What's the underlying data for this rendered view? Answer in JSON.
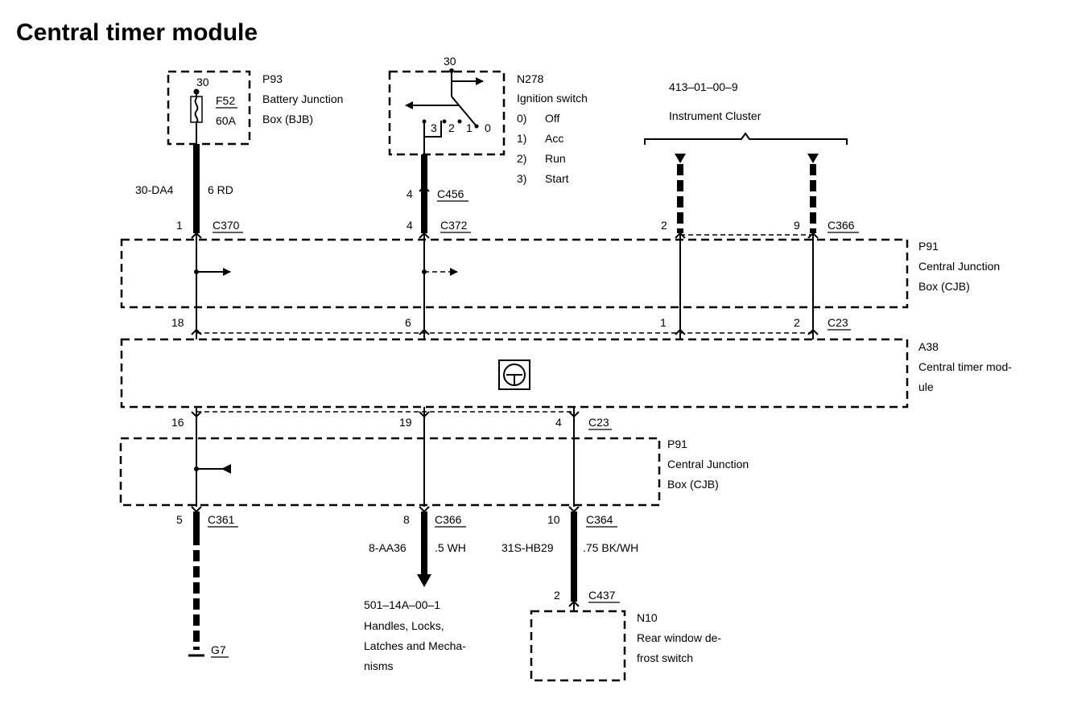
{
  "title": "Central timer module",
  "p93": {
    "id": "P93",
    "line1": "Battery Junction",
    "line2": "Box (BJB)",
    "term": "30",
    "fuse": "F52",
    "rating": "60A"
  },
  "n278": {
    "id": "N278",
    "name": "Ignition switch",
    "term": "30",
    "positions": [
      "0)",
      "1)",
      "2)",
      "3)"
    ],
    "states": [
      "Off",
      "Acc",
      "Run",
      "Start"
    ],
    "contacts": [
      "3",
      "2",
      "1",
      "0"
    ]
  },
  "cluster": {
    "ref": "413–01–00–9",
    "name": "Instrument Cluster"
  },
  "wire1": {
    "circuit": "30-DA4",
    "spec": "6 RD"
  },
  "c456": {
    "pin": "4",
    "conn": "C456"
  },
  "c370": {
    "pin": "1",
    "conn": "C370"
  },
  "c372": {
    "pin": "4",
    "conn": "C372"
  },
  "c366top": {
    "pin_a": "2",
    "pin_b": "9",
    "conn": "C366"
  },
  "p91top": {
    "id": "P91",
    "line1": "Central Junction",
    "line2": "Box (CJB)"
  },
  "c23top": {
    "pins": [
      "18",
      "6",
      "1",
      "2"
    ],
    "conn": "C23"
  },
  "a38": {
    "id": "A38",
    "line1": "Central timer mod-",
    "line2": "ule"
  },
  "c23bot": {
    "pins": [
      "16",
      "19",
      "4"
    ],
    "conn": "C23"
  },
  "p91bot": {
    "id": "P91",
    "line1": "Central Junction",
    "line2": "Box (CJB)"
  },
  "c361": {
    "pin": "5",
    "conn": "C361"
  },
  "c366bot": {
    "pin": "8",
    "conn": "C366",
    "circuit": "8-AA36",
    "spec": ".5 WH"
  },
  "c364": {
    "pin": "10",
    "conn": "C364",
    "circuit": "31S-HB29",
    "spec": ".75 BK/WH"
  },
  "g7": {
    "conn": "G7"
  },
  "locks": {
    "ref": "501–14A–00–1",
    "line1": "Handles, Locks,",
    "line2": "Latches and Mecha-",
    "line3": "nisms"
  },
  "c437": {
    "pin": "2",
    "conn": "C437"
  },
  "n10": {
    "id": "N10",
    "line1": "Rear window de-",
    "line2": "frost switch"
  }
}
